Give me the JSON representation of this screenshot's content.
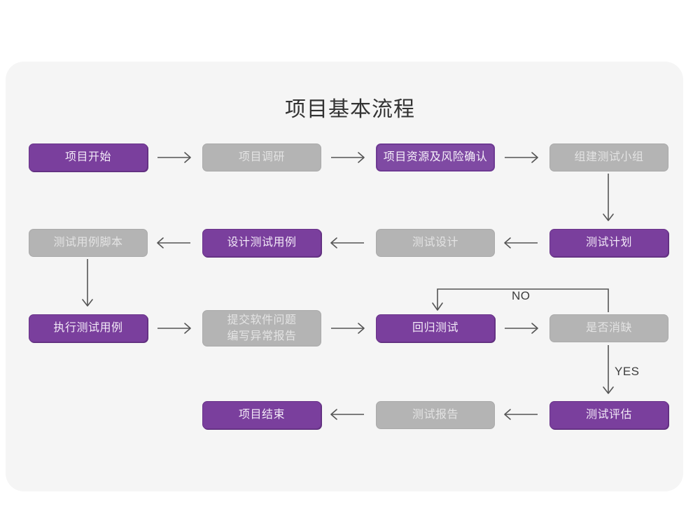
{
  "title": "项目基本流程",
  "colors": {
    "canvas": "#ffffff",
    "card": "#f5f5f5",
    "purple": "#7a3f9d",
    "purple_border": "#693389",
    "gray": "#b4b4b4",
    "gray_text": "#e3e3e3",
    "purple_text": "#f3eaf8",
    "arrow": "#555555",
    "title_text": "#333333"
  },
  "nodes": [
    {
      "id": "n1",
      "label": "项目开始",
      "style": "purple",
      "row": 1,
      "col": 1
    },
    {
      "id": "n2",
      "label": "项目调研",
      "style": "gray",
      "row": 1,
      "col": 2
    },
    {
      "id": "n3",
      "label": "项目资源及风险确认",
      "style": "purple-light",
      "row": 1,
      "col": 3
    },
    {
      "id": "n4",
      "label": "组建测试小组",
      "style": "gray",
      "row": 1,
      "col": 4
    },
    {
      "id": "n5",
      "label": "测试用例脚本",
      "style": "gray",
      "row": 2,
      "col": 1
    },
    {
      "id": "n6",
      "label": "设计测试用例",
      "style": "purple",
      "row": 2,
      "col": 2
    },
    {
      "id": "n7",
      "label": "测试设计",
      "style": "gray",
      "row": 2,
      "col": 3
    },
    {
      "id": "n8",
      "label": "测试计划",
      "style": "purple",
      "row": 2,
      "col": 4
    },
    {
      "id": "n9",
      "label": "执行测试用例",
      "style": "purple",
      "row": 3,
      "col": 1
    },
    {
      "id": "n10",
      "label": "提交软件问题\n编写异常报告",
      "style": "gray",
      "row": 3,
      "col": 2
    },
    {
      "id": "n11",
      "label": "回归测试",
      "style": "purple",
      "row": 3,
      "col": 3
    },
    {
      "id": "n12",
      "label": "是否消缺",
      "style": "gray",
      "row": 3,
      "col": 4
    },
    {
      "id": "n13",
      "label": "项目结束",
      "style": "purple",
      "row": 4,
      "col": 2
    },
    {
      "id": "n14",
      "label": "测试报告",
      "style": "gray",
      "row": 4,
      "col": 3
    },
    {
      "id": "n15",
      "label": "测试评估",
      "style": "purple",
      "row": 4,
      "col": 4
    }
  ],
  "edge_labels": {
    "no": "NO",
    "yes": "YES"
  },
  "edges": [
    {
      "from": "n1",
      "to": "n2",
      "direction": "right"
    },
    {
      "from": "n2",
      "to": "n3",
      "direction": "right"
    },
    {
      "from": "n3",
      "to": "n4",
      "direction": "right"
    },
    {
      "from": "n4",
      "to": "n8",
      "direction": "down"
    },
    {
      "from": "n8",
      "to": "n7",
      "direction": "left"
    },
    {
      "from": "n7",
      "to": "n6",
      "direction": "left"
    },
    {
      "from": "n6",
      "to": "n5",
      "direction": "left"
    },
    {
      "from": "n5",
      "to": "n9",
      "direction": "down"
    },
    {
      "from": "n9",
      "to": "n10",
      "direction": "right"
    },
    {
      "from": "n10",
      "to": "n11",
      "direction": "right"
    },
    {
      "from": "n11",
      "to": "n12",
      "direction": "right"
    },
    {
      "from": "n12",
      "to": "n11",
      "direction": "loop-up-left",
      "label": "NO"
    },
    {
      "from": "n12",
      "to": "n15",
      "direction": "down",
      "label": "YES"
    },
    {
      "from": "n15",
      "to": "n14",
      "direction": "left"
    },
    {
      "from": "n14",
      "to": "n13",
      "direction": "left"
    }
  ]
}
